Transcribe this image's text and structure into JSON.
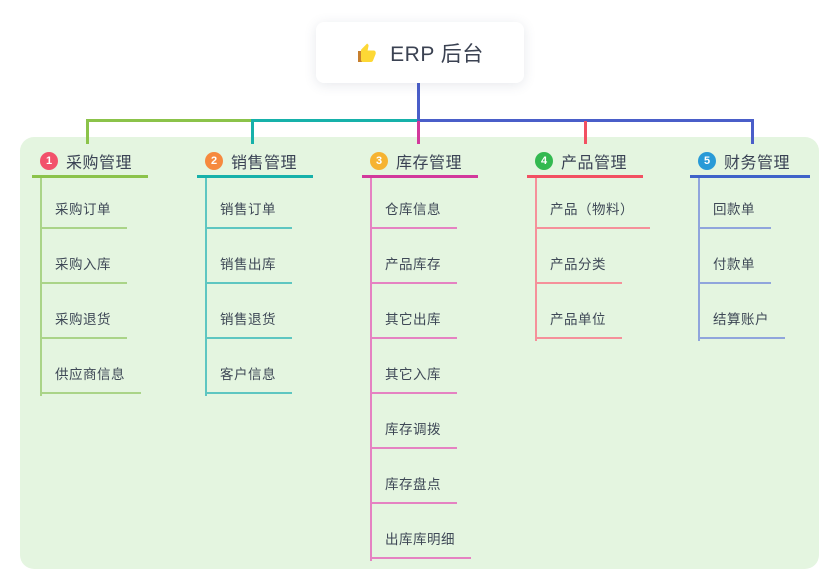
{
  "root": {
    "title": "ERP 后台",
    "icon": "thumbs-up-icon"
  },
  "colors": {
    "panel_background": "#e4f5e0",
    "root_stem_blue": "#4a5ec9",
    "text_dark": "#3a4254"
  },
  "branches": [
    {
      "number": "1",
      "label": "采购管理",
      "badge_color": "#f2526b",
      "line_color": "#8bc34a",
      "child_line_color": "#aad488",
      "children": [
        {
          "label": "采购订单"
        },
        {
          "label": "采购入库"
        },
        {
          "label": "采购退货"
        },
        {
          "label": "供应商信息"
        }
      ]
    },
    {
      "number": "2",
      "label": "销售管理",
      "badge_color": "#f6893e",
      "line_color": "#16b1aa",
      "child_line_color": "#5ec6c1",
      "children": [
        {
          "label": "销售订单"
        },
        {
          "label": "销售出库"
        },
        {
          "label": "销售退货"
        },
        {
          "label": "客户信息"
        }
      ]
    },
    {
      "number": "3",
      "label": "库存管理",
      "badge_color": "#f6b331",
      "line_color": "#d2399c",
      "child_line_color": "#e582c2",
      "children": [
        {
          "label": "仓库信息"
        },
        {
          "label": "产品库存"
        },
        {
          "label": "其它出库"
        },
        {
          "label": "其它入库"
        },
        {
          "label": "库存调拨"
        },
        {
          "label": "库存盘点"
        },
        {
          "label": "出库库明细"
        }
      ]
    },
    {
      "number": "4",
      "label": "产品管理",
      "badge_color": "#33b950",
      "line_color": "#f25062",
      "child_line_color": "#f5909a",
      "children": [
        {
          "label": "产品（物料）"
        },
        {
          "label": "产品分类"
        },
        {
          "label": "产品单位"
        }
      ]
    },
    {
      "number": "5",
      "label": "财务管理",
      "badge_color": "#289ad7",
      "line_color": "#3f63c9",
      "child_line_color": "#90a5dc",
      "children": [
        {
          "label": "回款单"
        },
        {
          "label": "付款单"
        },
        {
          "label": "结算账户"
        }
      ]
    }
  ]
}
